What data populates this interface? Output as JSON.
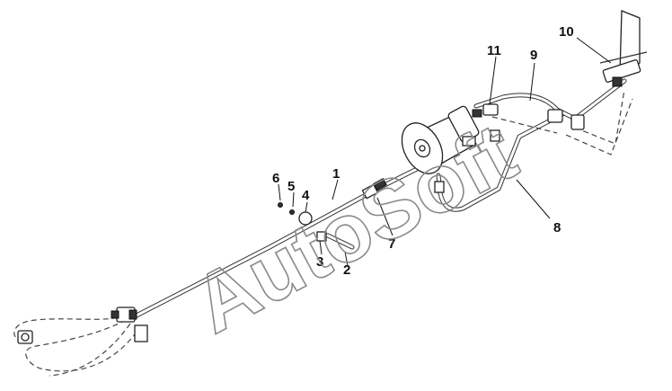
{
  "diagram": {
    "callouts": [
      {
        "id": "c1",
        "text": "1"
      },
      {
        "id": "c2",
        "text": "2"
      },
      {
        "id": "c3",
        "text": "3"
      },
      {
        "id": "c4",
        "text": "4"
      },
      {
        "id": "c5",
        "text": "5"
      },
      {
        "id": "c6",
        "text": "6"
      },
      {
        "id": "c7",
        "text": "7"
      },
      {
        "id": "c8",
        "text": "8"
      },
      {
        "id": "c9",
        "text": "9"
      },
      {
        "id": "c10",
        "text": "10"
      },
      {
        "id": "c11",
        "text": "11"
      }
    ],
    "watermark": "AutoSoft"
  }
}
